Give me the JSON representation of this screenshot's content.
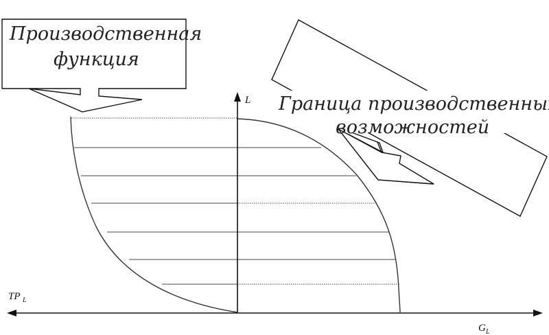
{
  "callouts": {
    "production_function": {
      "line1": "Производственная",
      "line2": "функция"
    },
    "ppf": {
      "line1": "Граница производственных",
      "line2": "возможностей"
    }
  },
  "axes": {
    "vertical_label": "L",
    "left_label_main": "TP",
    "left_label_sub": "L",
    "right_label_main": "G",
    "right_label_sub": "L"
  }
}
